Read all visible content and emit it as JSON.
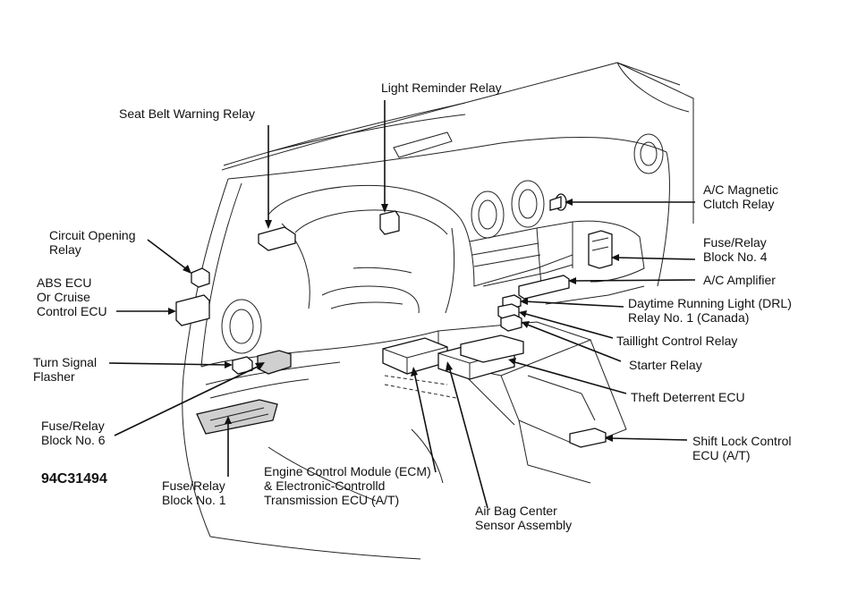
{
  "diagram_code": "94C31494",
  "labels": {
    "light_reminder_relay": "Light Reminder Relay",
    "seat_belt_warning_relay": "Seat Belt Warning Relay",
    "circuit_opening_relay": [
      "Circuit Opening",
      "Relay"
    ],
    "abs_ecu": [
      "ABS ECU",
      "Or Cruise",
      "Control ECU"
    ],
    "turn_signal_flasher": [
      "Turn Signal",
      "Flasher"
    ],
    "fuse_relay_block_6": [
      "Fuse/Relay",
      "Block No. 6"
    ],
    "fuse_relay_block_1": [
      "Fuse/Relay",
      "Block No. 1"
    ],
    "ecm": [
      "Engine Control Module (ECM)",
      "& Electronic-Controlld",
      "Transmission ECU (A/T)"
    ],
    "air_bag_sensor": [
      "Air Bag Center",
      "Sensor Assembly"
    ],
    "ac_magnetic_clutch_relay": [
      "A/C Magnetic",
      "Clutch Relay"
    ],
    "fuse_relay_block_4": [
      "Fuse/Relay",
      "Block No. 4"
    ],
    "ac_amplifier": "A/C Amplifier",
    "drl_relay": [
      "Daytime Running Light (DRL)",
      "Relay No. 1 (Canada)"
    ],
    "taillight_control_relay": "Taillight Control Relay",
    "starter_relay": "Starter Relay",
    "theft_deterrent_ecu": "Theft Deterrent ECU",
    "shift_lock_ecu": [
      "Shift Lock Control",
      "ECU (A/T)"
    ]
  }
}
